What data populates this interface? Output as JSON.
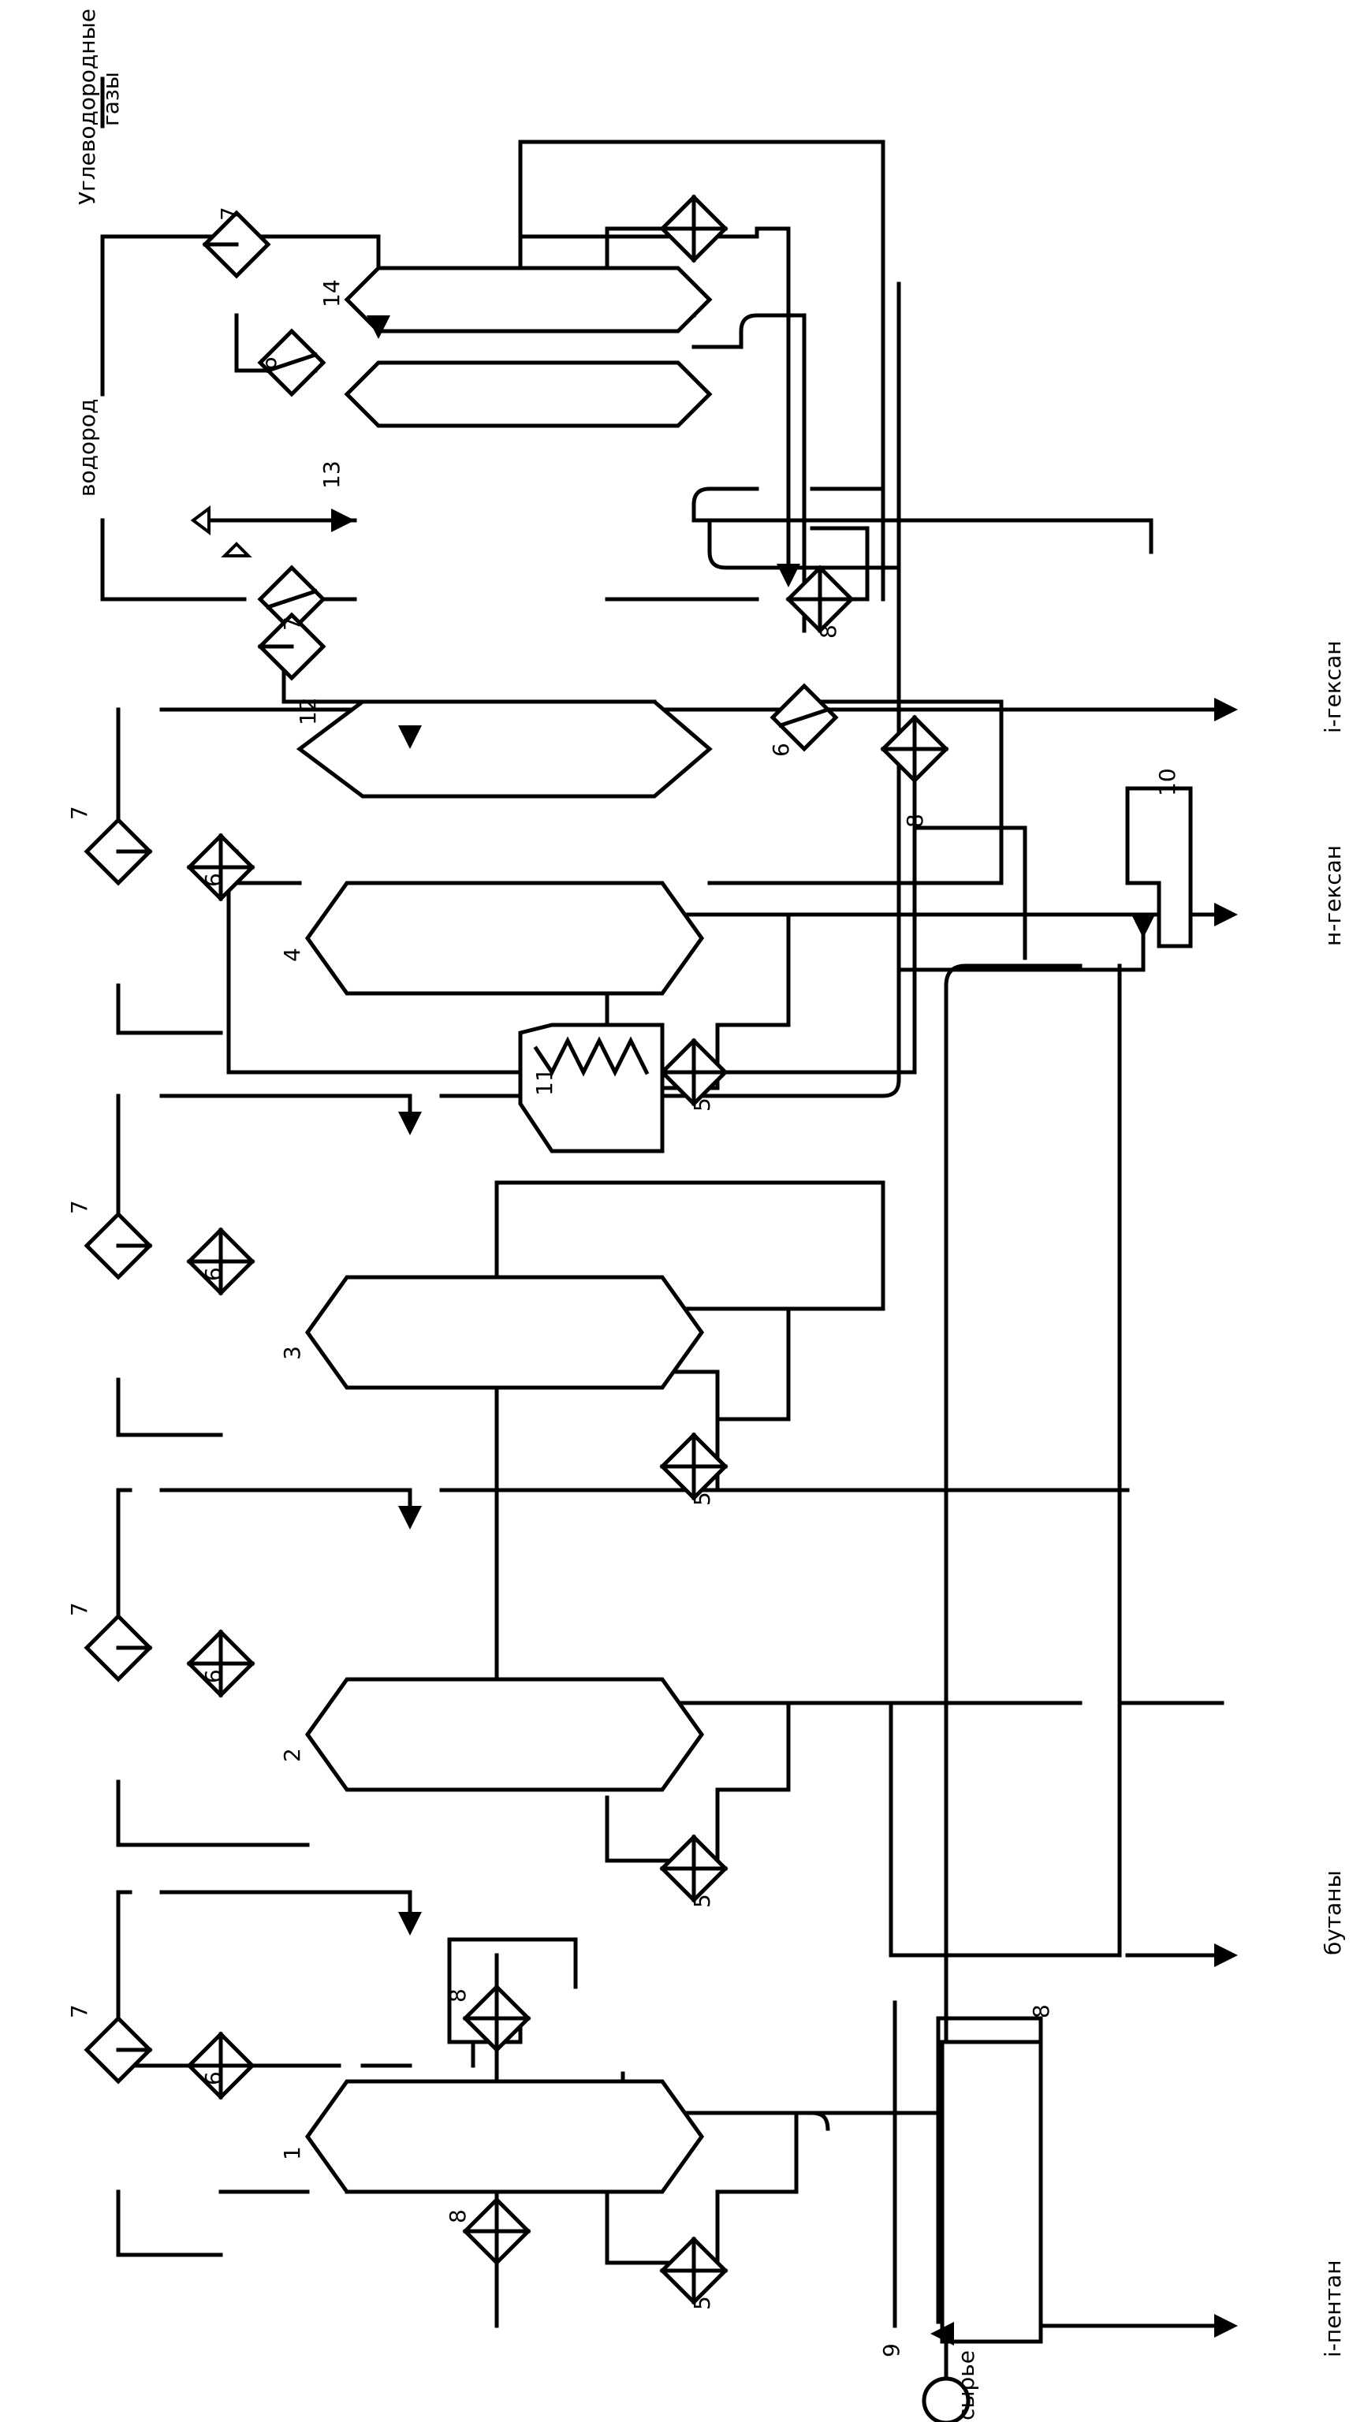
{
  "labels": {
    "raw": "сырье",
    "hydrogen": "водород",
    "hc_gases_line1": "Углеводородные",
    "hc_gases_line2": "газы",
    "i_pentane": "i-пентан",
    "butanes": "бутаны",
    "n_hexane": "н-гексан",
    "i_hexane": "i-гексан"
  },
  "numbers": {
    "col1": "1",
    "col2": "2",
    "col3": "3",
    "col4": "4",
    "reb1": "5",
    "reb2": "5",
    "reb3": "5",
    "reb4": "5",
    "cond1": "6",
    "cond2": "6",
    "cond3": "6",
    "cond4": "6",
    "cond13": "6",
    "cond14": "6",
    "drum1": "7",
    "drum2": "7",
    "drum3": "7",
    "drum4": "7",
    "drum13": "7",
    "drum14": "7",
    "hx_a": "8",
    "hx_b": "8",
    "hx_c": "8",
    "hx_d": "8",
    "hx_e": "8",
    "pump": "9",
    "compressor": "10",
    "furnace": "11",
    "reactor": "12",
    "separator": "13",
    "stabilizer": "14"
  }
}
